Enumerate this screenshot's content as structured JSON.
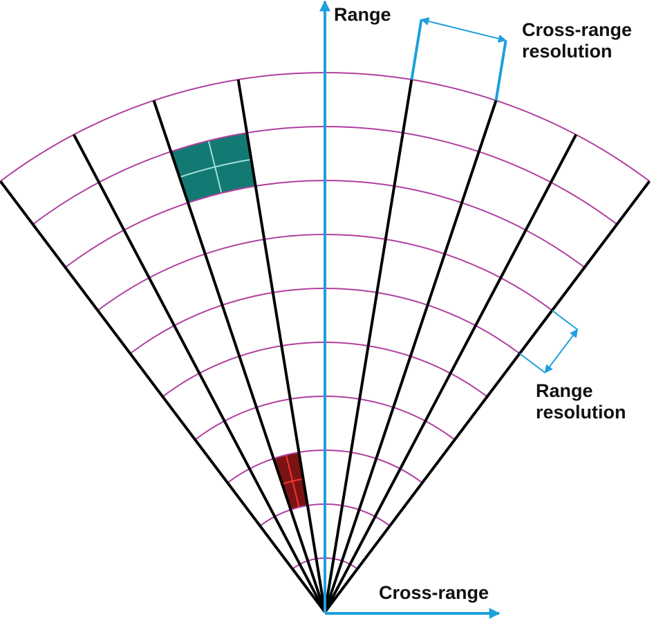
{
  "labels": {
    "range_axis": "Range",
    "cross_range_axis": "Cross-range",
    "cross_range_resolution_line1": "Cross-range",
    "cross_range_resolution_line2": "resolution",
    "range_resolution_line1": "Range",
    "range_resolution_line2": "resolution"
  },
  "grid": {
    "radial_lines": 9,
    "range_arcs": 10,
    "half_angle_deg": 37
  },
  "colors": {
    "radial": "#000000",
    "arc": "#b03fa0",
    "axis": "#1ea0dc",
    "far_cell": "#137a73",
    "far_cell_cross": "#9fe0dc",
    "near_cell": "#7a1414",
    "near_cell_cross": "#ff3030"
  }
}
